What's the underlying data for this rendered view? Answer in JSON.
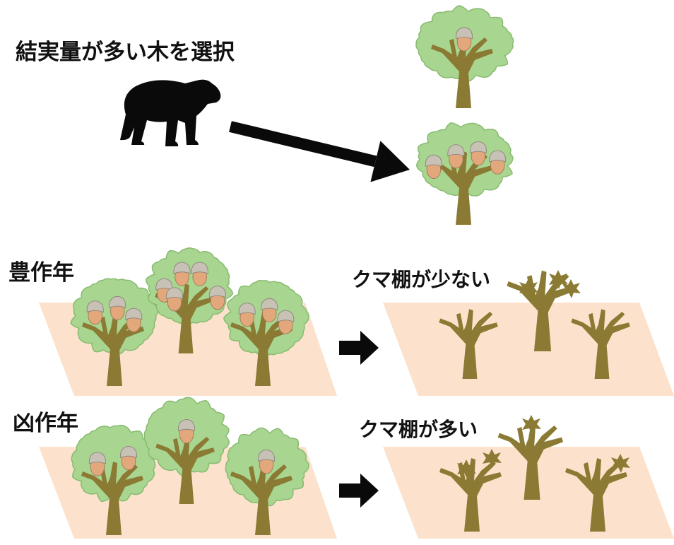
{
  "top": {
    "caption": "結実量が多い木を選択",
    "trees": [
      {
        "acorns": 1
      },
      {
        "acorns": 4
      }
    ]
  },
  "rows": [
    {
      "year_label": "豊作年",
      "result_label": "クマ棚が少ない",
      "trees": [
        {
          "acorns": 3
        },
        {
          "acorns": 5
        },
        {
          "acorns": 3
        }
      ],
      "bare_tree_clusters": 1
    },
    {
      "year_label": "凶作年",
      "result_label": "クマ棚が多い",
      "trees": [
        {
          "acorns": 2
        },
        {
          "acorns": 1
        },
        {
          "acorns": 1
        }
      ],
      "bare_tree_clusters": 3
    }
  ],
  "icons": {
    "animal": "bear-icon",
    "arrow": "arrow-icon",
    "fruit": "acorn-icon",
    "bear_shelf": "bear-shelf-icon"
  },
  "colors": {
    "background": "#ffffff",
    "canopy": "#a8d590",
    "canopy_edge": "#88bb70",
    "trunk": "#8a7a33",
    "acorn": "#e2a87c",
    "acorn_cap": "#c8c2b6",
    "ground": "#fce2cc",
    "bear": "#0a0a0a"
  }
}
